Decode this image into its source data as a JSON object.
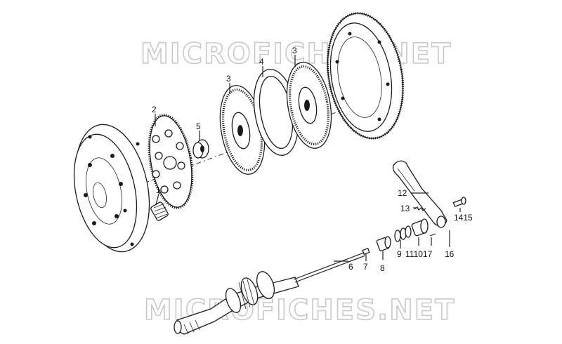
{
  "watermark": {
    "top": "MICROFICHES.NET",
    "bottom": "MICROFICHES.NET"
  },
  "labels": {
    "p1": "1",
    "p2": "2",
    "p3a": "3",
    "p3b": "3",
    "p4": "4",
    "p5": "5",
    "p6": "6",
    "p7": "7",
    "p8": "8",
    "p9": "9",
    "p11_10_17": "111017",
    "p12": "12",
    "p13": "13",
    "p14_15": "1415",
    "p16": "16"
  }
}
